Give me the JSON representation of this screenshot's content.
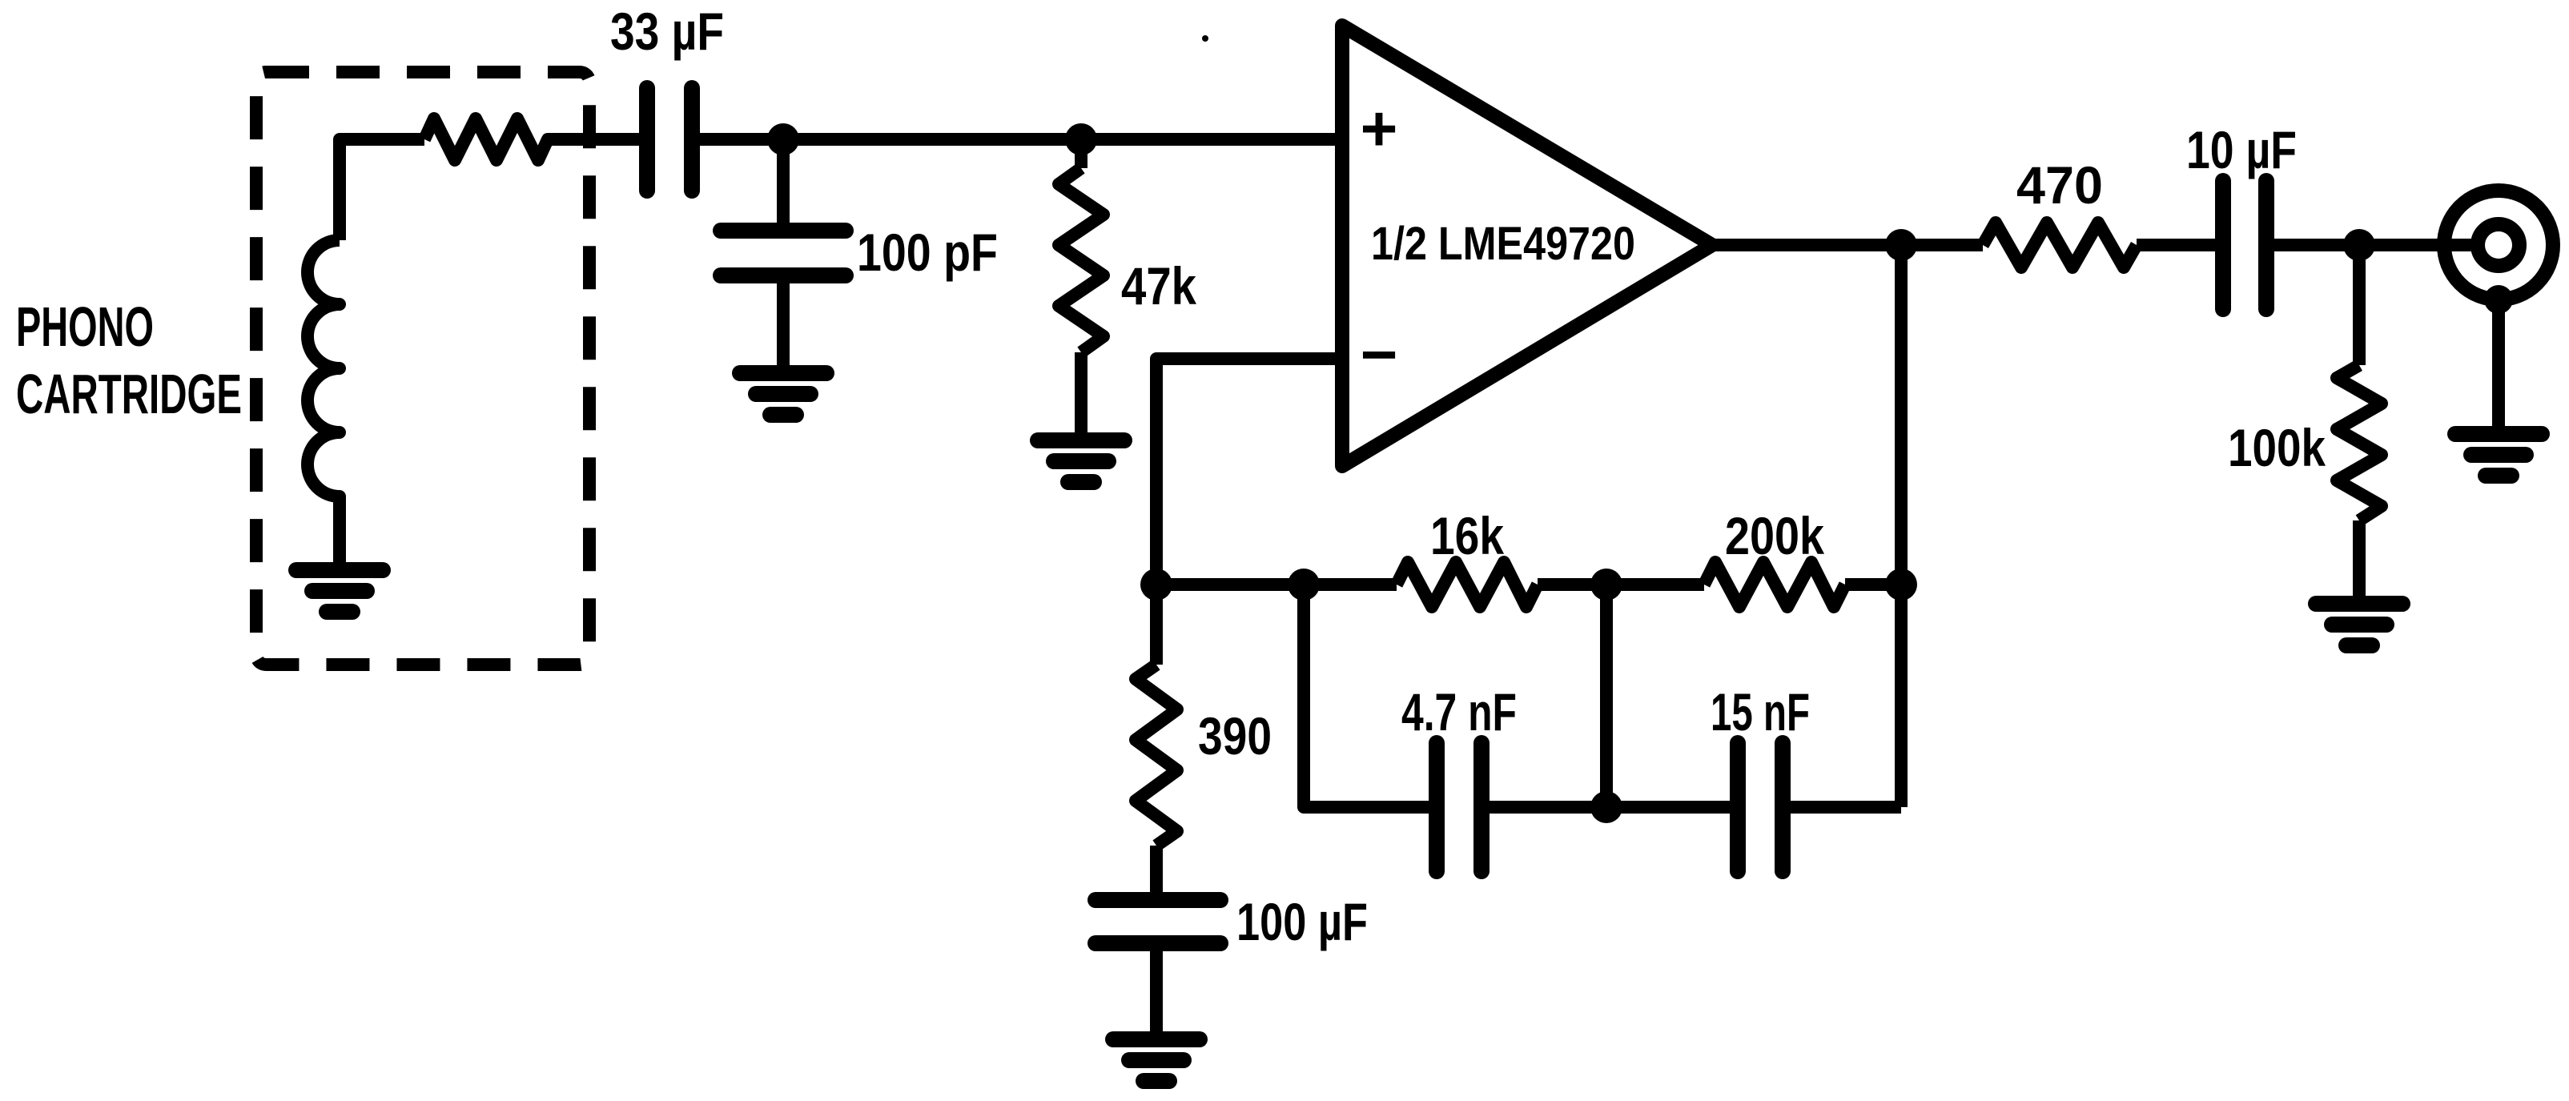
{
  "colors": {
    "ink": "#000000",
    "background": "#ffffff"
  },
  "source_box": {
    "line1": "PHONO",
    "line2": "CARTRIDGE"
  },
  "opamp": {
    "label": "1/2 LME49720",
    "noninverting_mark": "+",
    "inverting_mark": "−"
  },
  "components": {
    "input_coupling_cap": {
      "type": "capacitor",
      "label": "33 µF"
    },
    "input_shunt_cap": {
      "type": "capacitor",
      "label": "100 pF"
    },
    "input_load_resistor": {
      "type": "resistor",
      "label": "47k"
    },
    "output_series_resistor": {
      "type": "resistor",
      "label": "470"
    },
    "output_coupling_cap": {
      "type": "capacitor",
      "label": "10 µF"
    },
    "output_load_resistor": {
      "type": "resistor",
      "label": "100k"
    },
    "feedback_resistor_1": {
      "type": "resistor",
      "label": "16k"
    },
    "feedback_resistor_2": {
      "type": "resistor",
      "label": "200k"
    },
    "feedback_cap_1": {
      "type": "capacitor",
      "label": "4.7 nF"
    },
    "feedback_cap_2": {
      "type": "capacitor",
      "label": "15 nF"
    },
    "ground_leg_resistor": {
      "type": "resistor",
      "label": "390"
    },
    "ground_leg_cap": {
      "type": "capacitor",
      "label": "100 µF"
    }
  }
}
